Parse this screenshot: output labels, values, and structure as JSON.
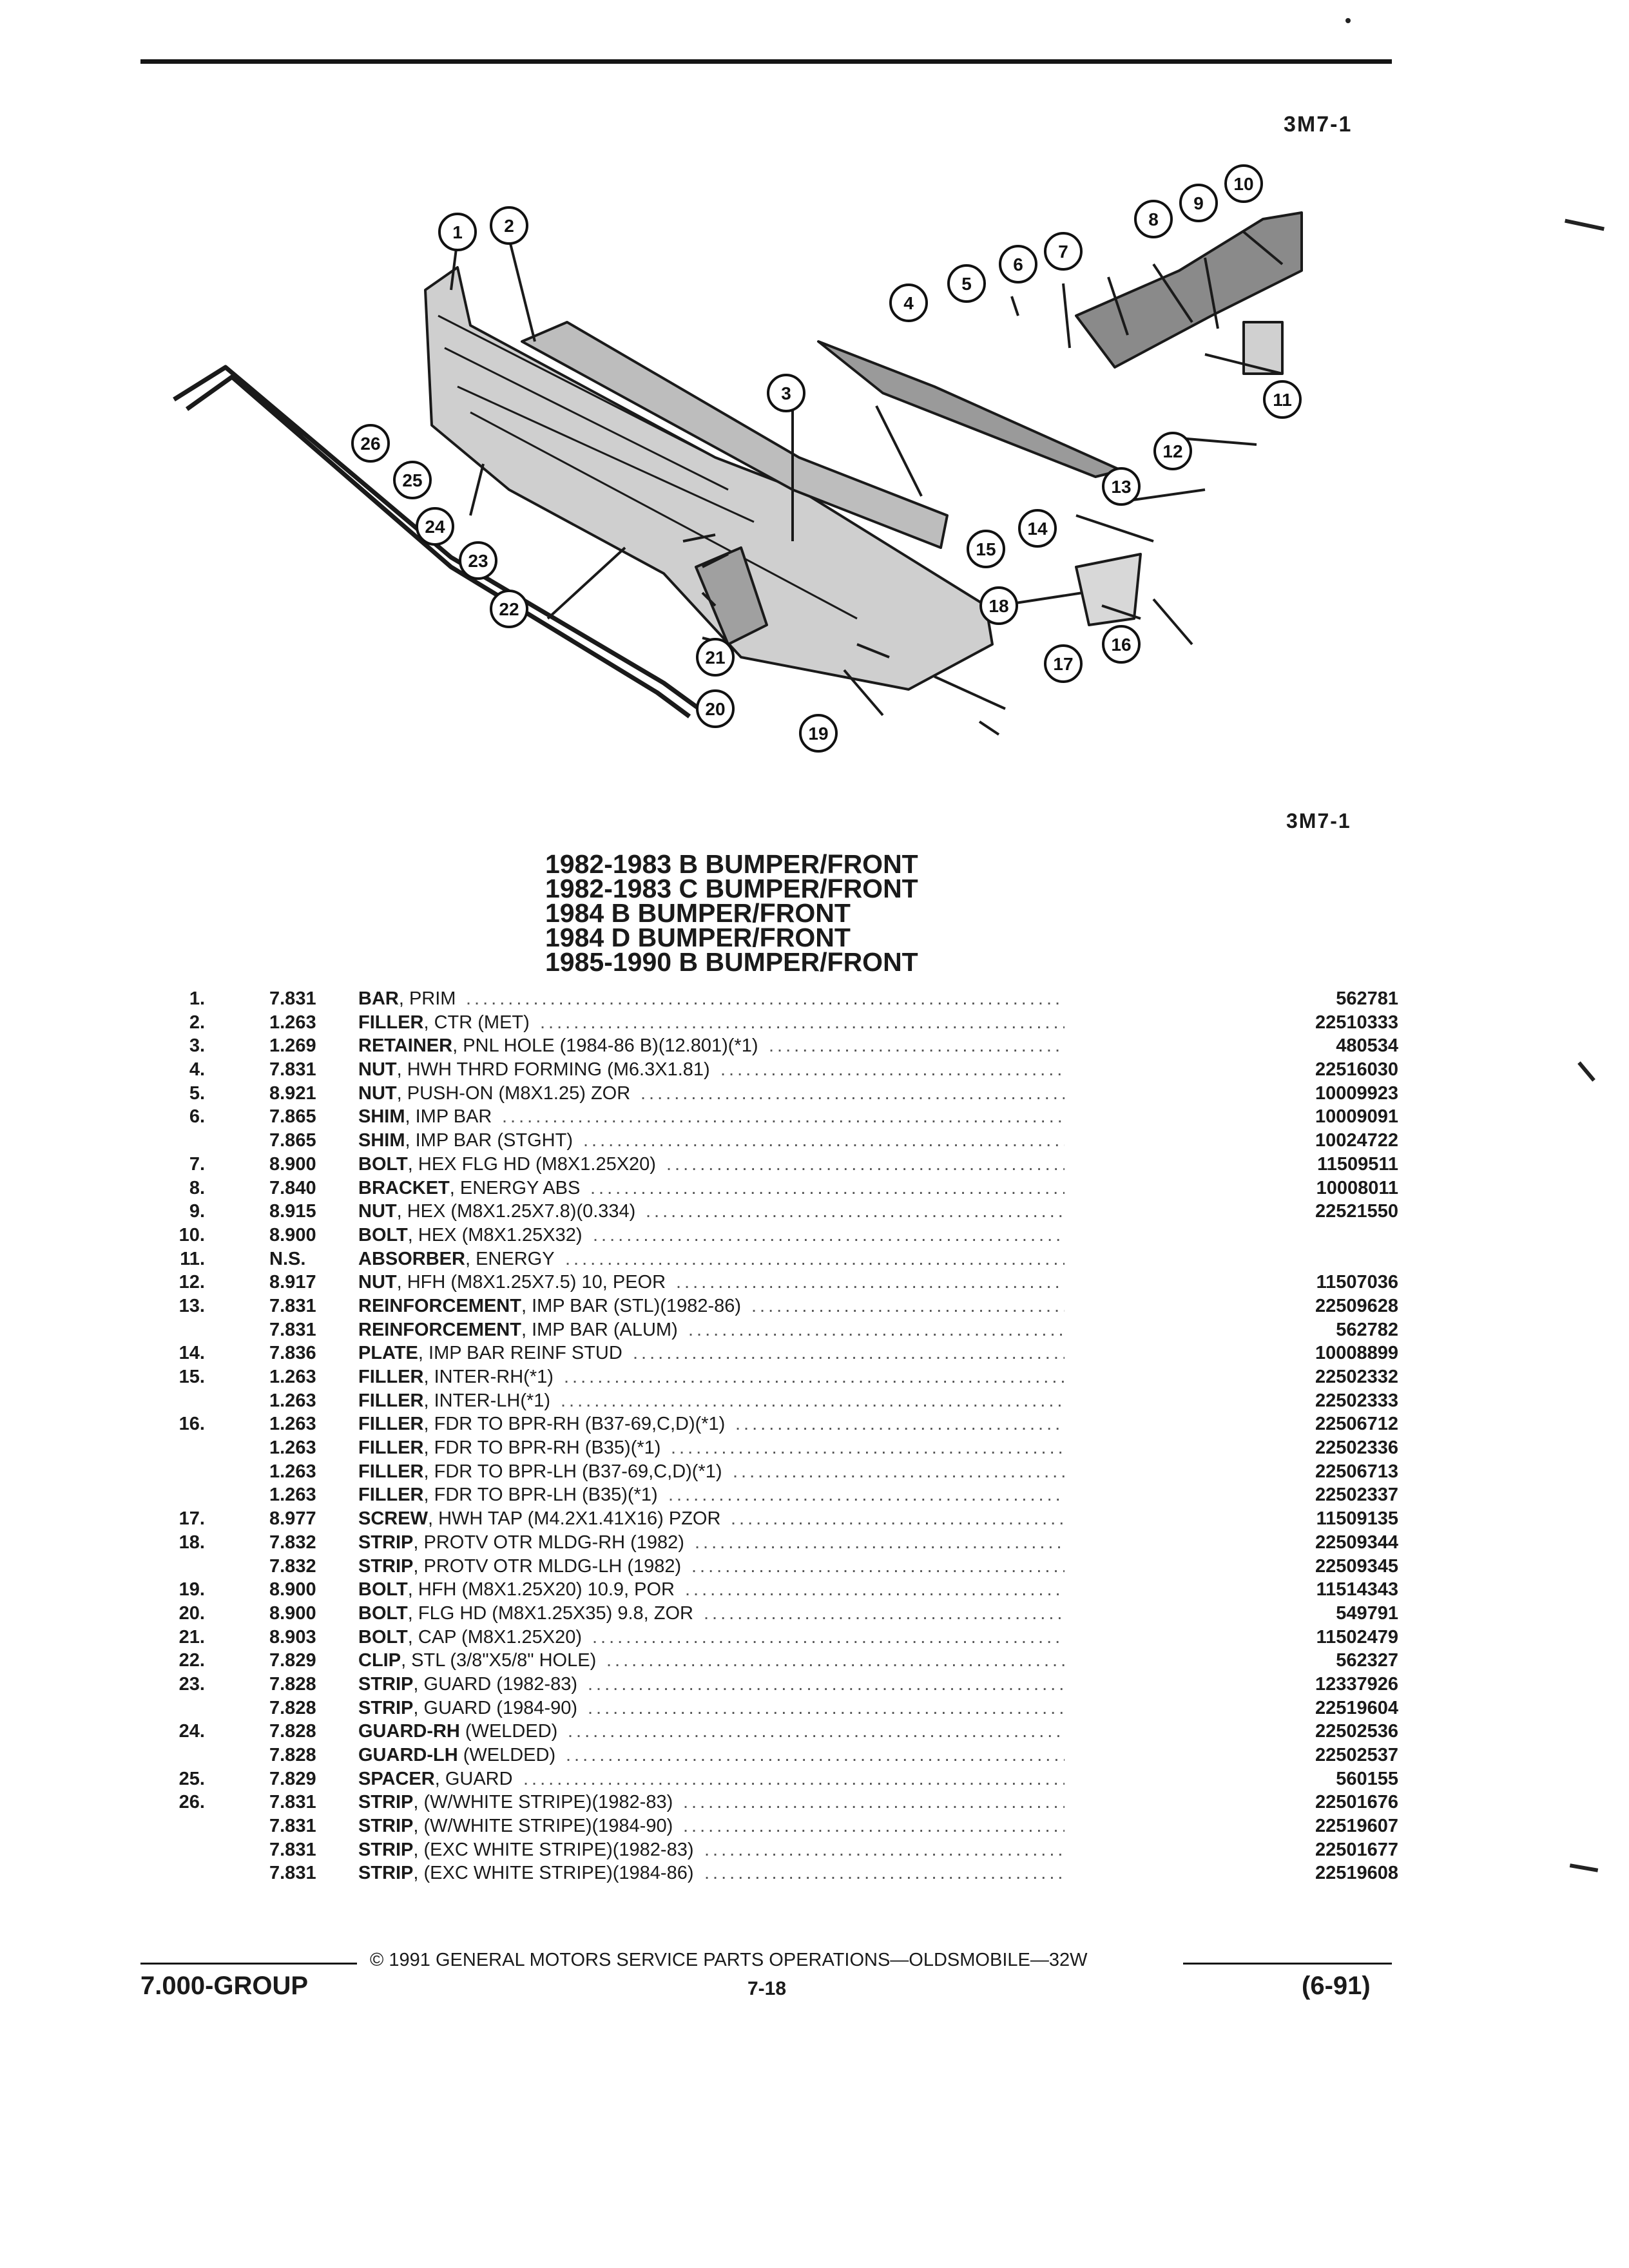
{
  "page_code_top": "3M7-1",
  "page_code_mid": "3M7-1",
  "titles": [
    "1982-1983 B BUMPER/FRONT",
    "1982-1983 C BUMPER/FRONT",
    "1984 B BUMPER/FRONT",
    "1984 D BUMPER/FRONT",
    "1985-1990 B BUMPER/FRONT"
  ],
  "callouts": [
    "1",
    "2",
    "3",
    "4",
    "5",
    "6",
    "7",
    "8",
    "9",
    "10",
    "11",
    "12",
    "13",
    "14",
    "15",
    "16",
    "17",
    "18",
    "19",
    "20",
    "21",
    "22",
    "23",
    "24",
    "25",
    "26"
  ],
  "parts": [
    {
      "ref": "1.",
      "grp": "7.831",
      "name": "BAR",
      "desc": ", PRIM",
      "pno": "562781"
    },
    {
      "ref": "2.",
      "grp": "1.263",
      "name": "FILLER",
      "desc": ", CTR (MET)",
      "pno": "22510333"
    },
    {
      "ref": "3.",
      "grp": "1.269",
      "name": "RETAINER",
      "desc": ", PNL HOLE (1984-86 B)(12.801)(*1)",
      "pno": "480534"
    },
    {
      "ref": "4.",
      "grp": "7.831",
      "name": "NUT",
      "desc": ", HWH THRD FORMING (M6.3X1.81)",
      "pno": "22516030"
    },
    {
      "ref": "5.",
      "grp": "8.921",
      "name": "NUT",
      "desc": ", PUSH-ON (M8X1.25) ZOR",
      "pno": "10009923"
    },
    {
      "ref": "6.",
      "grp": "7.865",
      "name": "SHIM",
      "desc": ", IMP BAR",
      "pno": "10009091"
    },
    {
      "ref": "",
      "grp": "7.865",
      "name": "SHIM",
      "desc": ", IMP BAR (STGHT)",
      "pno": "10024722"
    },
    {
      "ref": "7.",
      "grp": "8.900",
      "name": "BOLT",
      "desc": ", HEX FLG HD (M8X1.25X20)",
      "pno": "11509511"
    },
    {
      "ref": "8.",
      "grp": "7.840",
      "name": "BRACKET",
      "desc": ", ENERGY ABS",
      "pno": "10008011"
    },
    {
      "ref": "9.",
      "grp": "8.915",
      "name": "NUT",
      "desc": ", HEX (M8X1.25X7.8)(0.334)",
      "pno": "22521550"
    },
    {
      "ref": "10.",
      "grp": "8.900",
      "name": "BOLT",
      "desc": ", HEX (M8X1.25X32)",
      "pno": ""
    },
    {
      "ref": "11.",
      "grp": "N.S.",
      "name": "ABSORBER",
      "desc": ", ENERGY",
      "pno": ""
    },
    {
      "ref": "12.",
      "grp": "8.917",
      "name": "NUT",
      "desc": ", HFH (M8X1.25X7.5) 10, PEOR",
      "pno": "11507036"
    },
    {
      "ref": "13.",
      "grp": "7.831",
      "name": "REINFORCEMENT",
      "desc": ", IMP BAR (STL)(1982-86)",
      "pno": "22509628"
    },
    {
      "ref": "",
      "grp": "7.831",
      "name": "REINFORCEMENT",
      "desc": ", IMP BAR (ALUM)",
      "pno": "562782"
    },
    {
      "ref": "14.",
      "grp": "7.836",
      "name": "PLATE",
      "desc": ", IMP BAR REINF STUD",
      "pno": "10008899"
    },
    {
      "ref": "15.",
      "grp": "1.263",
      "name": "FILLER",
      "desc": ", INTER-RH(*1)",
      "pno": "22502332"
    },
    {
      "ref": "",
      "grp": "1.263",
      "name": "FILLER",
      "desc": ", INTER-LH(*1)",
      "pno": "22502333"
    },
    {
      "ref": "16.",
      "grp": "1.263",
      "name": "FILLER",
      "desc": ", FDR TO BPR-RH (B37-69,C,D)(*1)",
      "pno": "22506712"
    },
    {
      "ref": "",
      "grp": "1.263",
      "name": "FILLER",
      "desc": ", FDR TO BPR-RH (B35)(*1)",
      "pno": "22502336"
    },
    {
      "ref": "",
      "grp": "1.263",
      "name": "FILLER",
      "desc": ", FDR TO BPR-LH (B37-69,C,D)(*1)",
      "pno": "22506713"
    },
    {
      "ref": "",
      "grp": "1.263",
      "name": "FILLER",
      "desc": ", FDR TO BPR-LH (B35)(*1)",
      "pno": "22502337"
    },
    {
      "ref": "17.",
      "grp": "8.977",
      "name": "SCREW",
      "desc": ", HWH TAP (M4.2X1.41X16) PZOR",
      "pno": "11509135"
    },
    {
      "ref": "18.",
      "grp": "7.832",
      "name": "STRIP",
      "desc": ", PROTV OTR MLDG-RH (1982)",
      "pno": "22509344"
    },
    {
      "ref": "",
      "grp": "7.832",
      "name": "STRIP",
      "desc": ", PROTV OTR MLDG-LH (1982)",
      "pno": "22509345"
    },
    {
      "ref": "19.",
      "grp": "8.900",
      "name": "BOLT",
      "desc": ", HFH (M8X1.25X20) 10.9, POR",
      "pno": "11514343"
    },
    {
      "ref": "20.",
      "grp": "8.900",
      "name": "BOLT",
      "desc": ", FLG HD (M8X1.25X35) 9.8, ZOR",
      "pno": "549791"
    },
    {
      "ref": "21.",
      "grp": "8.903",
      "name": "BOLT",
      "desc": ", CAP (M8X1.25X20)",
      "pno": "11502479"
    },
    {
      "ref": "22.",
      "grp": "7.829",
      "name": "CLIP",
      "desc": ", STL (3/8\"X5/8\" HOLE)",
      "pno": "562327"
    },
    {
      "ref": "23.",
      "grp": "7.828",
      "name": "STRIP",
      "desc": ", GUARD (1982-83)",
      "pno": "12337926"
    },
    {
      "ref": "",
      "grp": "7.828",
      "name": "STRIP",
      "desc": ", GUARD (1984-90)",
      "pno": "22519604"
    },
    {
      "ref": "24.",
      "grp": "7.828",
      "name": "GUARD-RH",
      "desc": " (WELDED)",
      "pno": "22502536"
    },
    {
      "ref": "",
      "grp": "7.828",
      "name": "GUARD-LH",
      "desc": " (WELDED)",
      "pno": "22502537"
    },
    {
      "ref": "25.",
      "grp": "7.829",
      "name": "SPACER",
      "desc": ", GUARD",
      "pno": "560155"
    },
    {
      "ref": "26.",
      "grp": "7.831",
      "name": "STRIP",
      "desc": ", (W/WHITE STRIPE)(1982-83)",
      "pno": "22501676"
    },
    {
      "ref": "",
      "grp": "7.831",
      "name": "STRIP",
      "desc": ", (W/WHITE STRIPE)(1984-90)",
      "pno": "22519607"
    },
    {
      "ref": "",
      "grp": "7.831",
      "name": "STRIP",
      "desc": ", (EXC WHITE STRIPE)(1982-83)",
      "pno": "22501677"
    },
    {
      "ref": "",
      "grp": "7.831",
      "name": "STRIP",
      "desc": ", (EXC WHITE STRIPE)(1984-86)",
      "pno": "22519608"
    }
  ],
  "footer": {
    "copyright": "© 1991 GENERAL MOTORS SERVICE PARTS OPERATIONS—OLDSMOBILE—32W",
    "left": "7.000-GROUP",
    "center": "7-18",
    "right": "(6-91)"
  }
}
